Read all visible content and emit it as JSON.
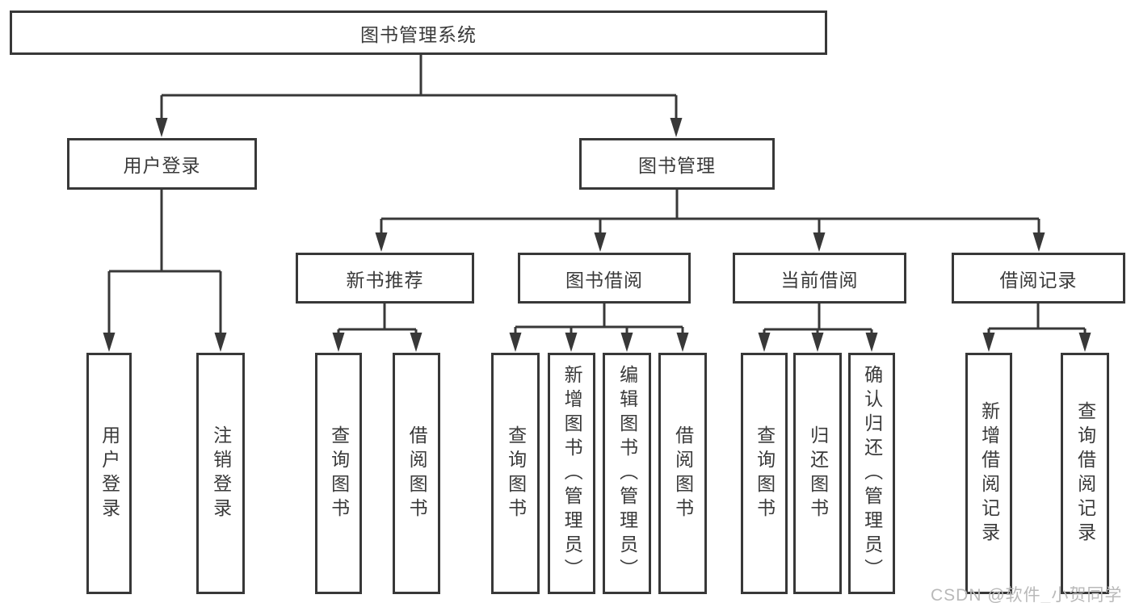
{
  "title": "图书管理系统",
  "watermark": "CSDN @软件_小贺同学",
  "colors": {
    "line": "#383838",
    "text": "#3a3a3a",
    "watermark": "#b9b9b9",
    "background": "#ffffff"
  },
  "level2": [
    {
      "id": "user-login",
      "label": "用户登录"
    },
    {
      "id": "book-management",
      "label": "图书管理"
    }
  ],
  "level3": [
    {
      "id": "new-book-recommend",
      "label": "新书推荐"
    },
    {
      "id": "book-borrowing",
      "label": "图书借阅"
    },
    {
      "id": "current-borrowing",
      "label": "当前借阅"
    },
    {
      "id": "borrowing-records",
      "label": "借阅记录"
    }
  ],
  "leaves": [
    {
      "parent": "user-login",
      "label": "用户登录"
    },
    {
      "parent": "user-login",
      "label": "注销登录"
    },
    {
      "parent": "new-book-recommend",
      "label": "查询图书"
    },
    {
      "parent": "new-book-recommend",
      "label": "借阅图书"
    },
    {
      "parent": "book-borrowing",
      "label": "查询图书"
    },
    {
      "parent": "book-borrowing",
      "label": "新增图书（管理员）"
    },
    {
      "parent": "book-borrowing",
      "label": "编辑图书（管理员）"
    },
    {
      "parent": "book-borrowing",
      "label": "借阅图书"
    },
    {
      "parent": "current-borrowing",
      "label": "查询图书"
    },
    {
      "parent": "current-borrowing",
      "label": "归还图书"
    },
    {
      "parent": "current-borrowing",
      "label": "确认归还（管理员）"
    },
    {
      "parent": "borrowing-records",
      "label": "新增借阅记录"
    },
    {
      "parent": "borrowing-records",
      "label": "查询借阅记录"
    }
  ]
}
